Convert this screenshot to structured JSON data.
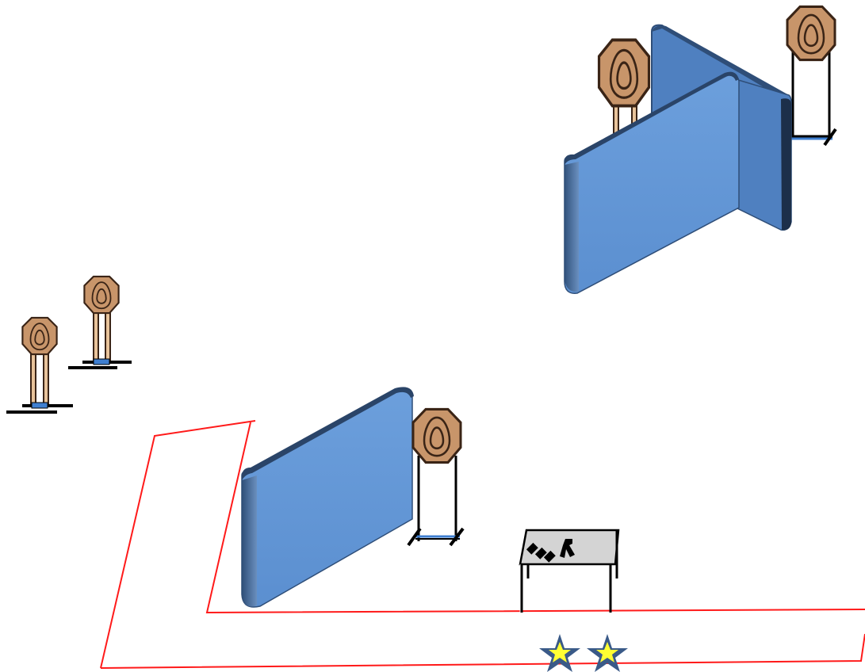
{
  "diagram": {
    "kind": "shooting stage layout",
    "colors": {
      "background": "#ffffff",
      "wall_face": "#6397d6",
      "wall_side": "#4f80c0",
      "wall_top": "#2f4e78",
      "wall_edge": "#1c2f4a",
      "target_fill": "#c8956a",
      "target_stroke": "#3a2416",
      "stand_leg": "#e8c39a",
      "stand_base": "#3f7fd0",
      "shooting_area": "#ff1a1a",
      "table_top": "#d4d4d4",
      "star_fill": "#ffff33",
      "star_stroke": "#3a5a88"
    },
    "elements": {
      "walls": [
        "wall-back-left",
        "wall-back-right",
        "wall-front"
      ],
      "targets": [
        "target-far-left-1",
        "target-far-left-2",
        "target-behind-wall",
        "target-far-right",
        "target-near-wall"
      ],
      "props": [
        "loading-table",
        "pistol-icon",
        "magazines"
      ],
      "start_positions": [
        "start-star-1",
        "start-star-2"
      ]
    }
  }
}
